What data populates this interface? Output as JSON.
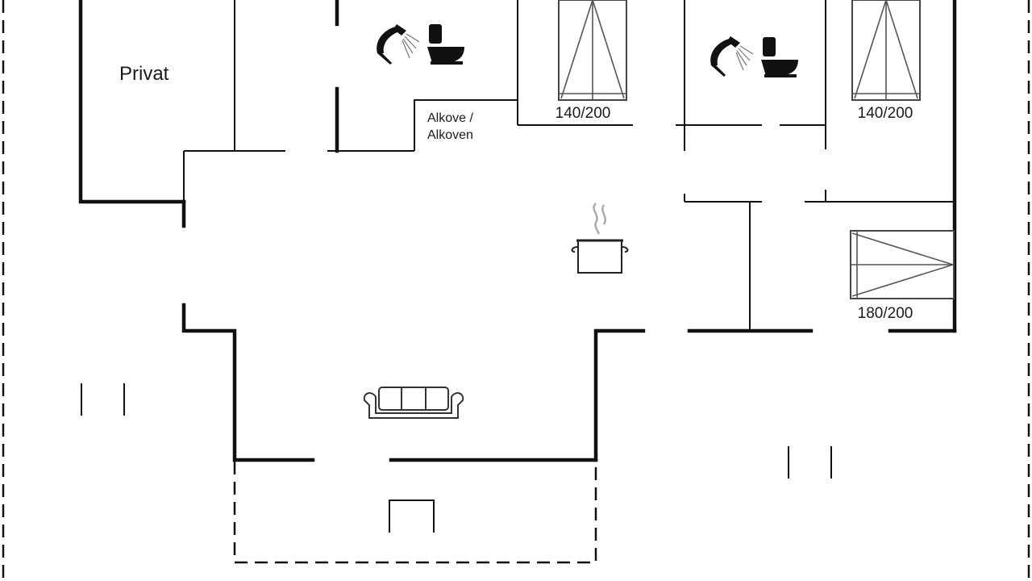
{
  "labels": {
    "private_room": "Privat",
    "alcove_line1": "Alkove /",
    "alcove_line2": "Alkoven"
  },
  "beds": [
    {
      "size": "140/200"
    },
    {
      "size": "140/200"
    },
    {
      "size": "180/200"
    }
  ],
  "icons": {
    "shower": "shower-icon",
    "toilet": "toilet-icon",
    "kitchen": "cooking-pot-icon",
    "living": "sofa-icon",
    "terrace_table": "table-icon"
  },
  "colors": {
    "line": "#111111",
    "background": "#ffffff"
  }
}
